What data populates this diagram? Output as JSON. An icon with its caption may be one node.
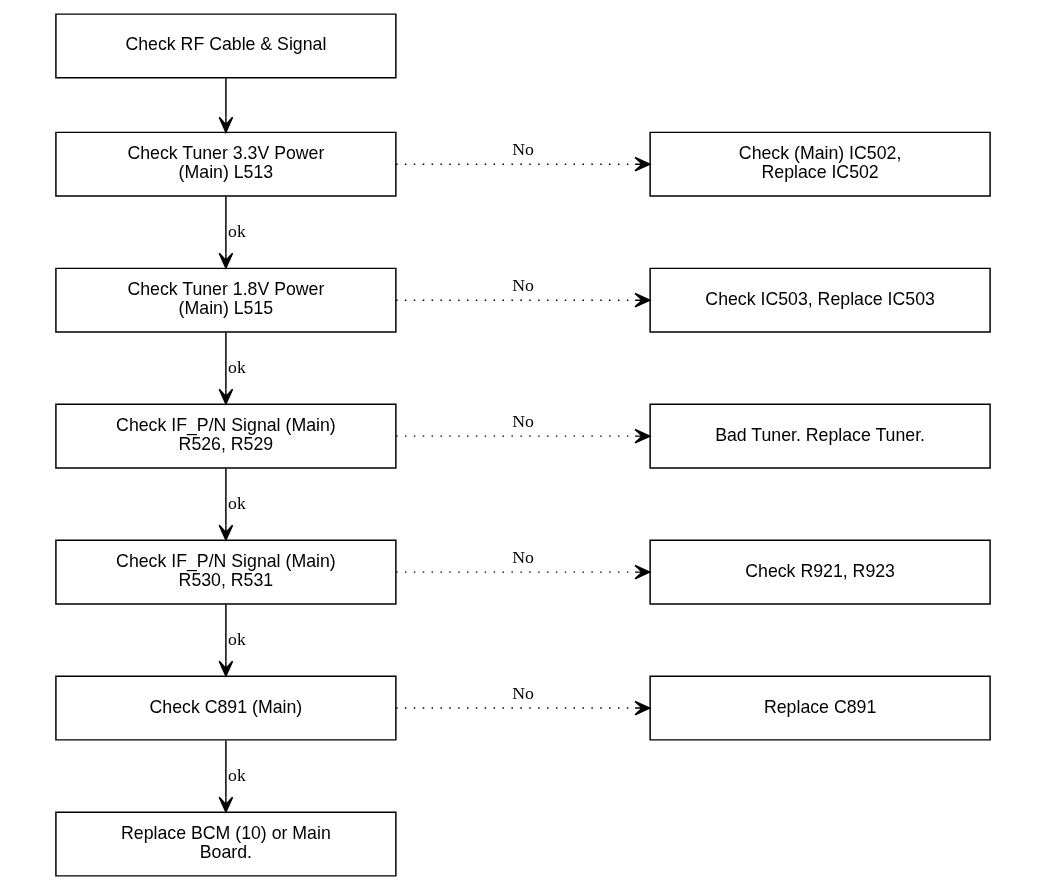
{
  "diagram": {
    "nodes": [
      {
        "text": [
          "Check RF Cable & Signal"
        ]
      },
      {
        "text": [
          "Check Tuner 3.3V Power (Main) L513"
        ]
      },
      {
        "text": [
          "Check (Main) IC502, Replace IC502"
        ]
      },
      {
        "text": [
          "Check Tuner 1.8V Power (Main) L515"
        ]
      },
      {
        "text": [
          "Check IC503, Replace IC503"
        ]
      },
      {
        "text": [
          "Check IF_P/N Signal (Main) R526, R529"
        ]
      },
      {
        "text": [
          "Bad Tuner. Replace Tuner."
        ]
      },
      {
        "text": [
          "Check IF_P/N Signal (Main) R530, R531"
        ]
      },
      {
        "text": [
          "Check R921, R923"
        ]
      },
      {
        "text": [
          "Check C891 (Main)"
        ]
      },
      {
        "text": [
          "Replace C891"
        ]
      },
      {
        "text": [
          "Replace BCM (10) or Main Board."
        ]
      }
    ],
    "edges": [
      {
        "from": 0,
        "to": 1,
        "arrow": "to"
      },
      {
        "from": 1,
        "to": 2,
        "arrow": "to",
        "label": "No",
        "style": "dashed"
      },
      {
        "from": 1,
        "to": 3,
        "arrow": "to",
        "label": "ok"
      },
      {
        "from": 3,
        "to": 4,
        "arrow": "to",
        "label": "No",
        "style": "dashed"
      },
      {
        "from": 3,
        "to": 5,
        "arrow": "to",
        "label": "ok"
      },
      {
        "from": 5,
        "to": 6,
        "arrow": "to",
        "label": "No",
        "style": "dashed"
      },
      {
        "from": 5,
        "to": 7,
        "arrow": "to",
        "label": "ok"
      },
      {
        "from": 7,
        "to": 8,
        "arrow": "to",
        "label": "No",
        "style": "dashed"
      },
      {
        "from": 7,
        "to": 9,
        "arrow": "to",
        "label": "ok"
      },
      {
        "from": 9,
        "to": 10,
        "arrow": "to",
        "label": "No",
        "style": "dashed"
      },
      {
        "from": 9,
        "to": 11,
        "arrow": "to",
        "label": "ok"
      }
    ]
  }
}
